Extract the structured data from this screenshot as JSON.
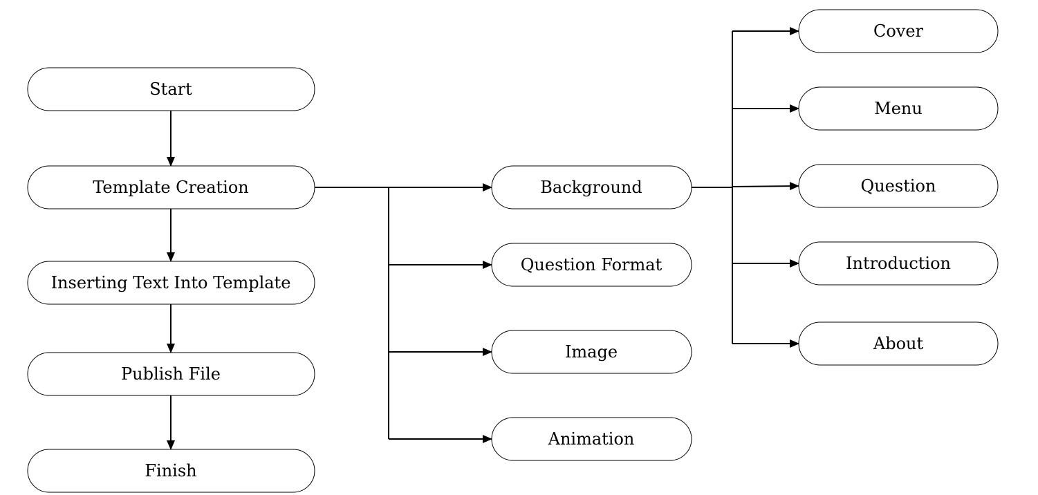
{
  "colors": {
    "stroke": "#000000",
    "fill": "#ffffff",
    "text": "#000000"
  },
  "main_flow": {
    "start": "Start",
    "template_creation": "Template Creation",
    "inserting_text": "Inserting Text Into Template",
    "publish_file": "Publish File",
    "finish": "Finish"
  },
  "template_parts": {
    "background": "Background",
    "question_format": "Question Format",
    "image": "Image",
    "animation": "Animation"
  },
  "background_parts": {
    "cover": "Cover",
    "menu": "Menu",
    "question": "Question",
    "introduction": "Introduction",
    "about": "About"
  }
}
